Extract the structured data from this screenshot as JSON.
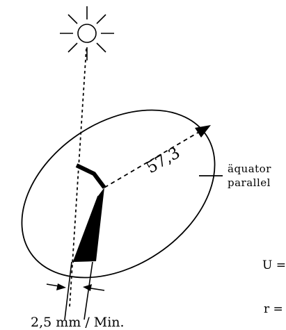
{
  "labels": {
    "radius": "57,3",
    "equator_line1": "äquator",
    "equator_line2": "parallel",
    "rate": "2,5 mm / Min.",
    "formula_u": "U =",
    "formula_r": "r ="
  },
  "icons": {
    "sun": "sun-icon"
  },
  "colors": {
    "ink": "#000000",
    "background": "#ffffff"
  }
}
